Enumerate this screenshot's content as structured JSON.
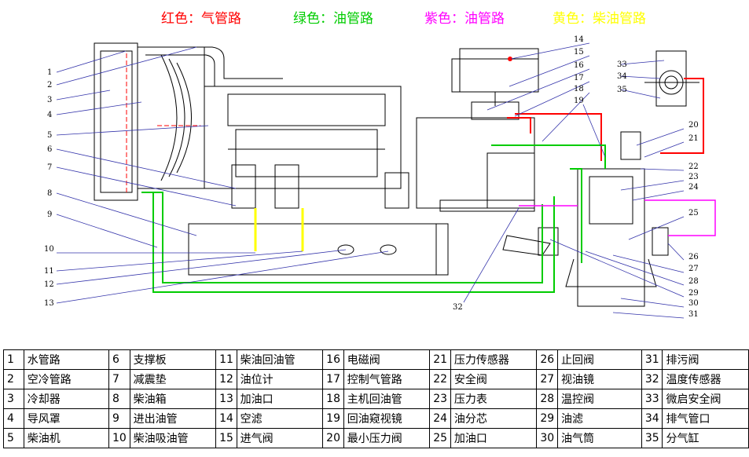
{
  "legend": [
    {
      "text": "红色：气管路",
      "color": "#ff0000"
    },
    {
      "text": "绿色：油管路",
      "color": "#00cc00"
    },
    {
      "text": "紫色：油管路",
      "color": "#ff00ff"
    },
    {
      "text": "黄色：柴油管路",
      "color": "#ffff00"
    }
  ],
  "callouts": [
    "1",
    "2",
    "3",
    "4",
    "5",
    "6",
    "7",
    "8",
    "9",
    "10",
    "11",
    "12",
    "13",
    "14",
    "15",
    "16",
    "17",
    "18",
    "19",
    "20",
    "21",
    "22",
    "23",
    "24",
    "25",
    "26",
    "27",
    "28",
    "29",
    "30",
    "31",
    "32",
    "33",
    "34",
    "35"
  ],
  "parts": [
    {
      "num": "1",
      "name": "水管路"
    },
    {
      "num": "2",
      "name": "空冷管路"
    },
    {
      "num": "3",
      "name": "冷却器"
    },
    {
      "num": "4",
      "name": "导风罩"
    },
    {
      "num": "5",
      "name": "柴油机"
    },
    {
      "num": "6",
      "name": "支撑板"
    },
    {
      "num": "7",
      "name": "减震垫"
    },
    {
      "num": "8",
      "name": "柴油箱"
    },
    {
      "num": "9",
      "name": "进出油管"
    },
    {
      "num": "10",
      "name": "柴油吸油管"
    },
    {
      "num": "11",
      "name": "柴油回油管"
    },
    {
      "num": "12",
      "name": "油位计"
    },
    {
      "num": "13",
      "name": "加油口"
    },
    {
      "num": "14",
      "name": "空滤"
    },
    {
      "num": "15",
      "name": "进气阀"
    },
    {
      "num": "16",
      "name": "电磁阀"
    },
    {
      "num": "17",
      "name": "控制气管路"
    },
    {
      "num": "18",
      "name": "主机回油管"
    },
    {
      "num": "19",
      "name": "回油窥视镜"
    },
    {
      "num": "20",
      "name": "最小压力阀"
    },
    {
      "num": "21",
      "name": "压力传感器"
    },
    {
      "num": "22",
      "name": "安全阀"
    },
    {
      "num": "23",
      "name": "压力表"
    },
    {
      "num": "24",
      "name": "油分芯"
    },
    {
      "num": "25",
      "name": "加油口"
    },
    {
      "num": "26",
      "name": "止回阀"
    },
    {
      "num": "27",
      "name": "视油镜"
    },
    {
      "num": "28",
      "name": "温控阀"
    },
    {
      "num": "29",
      "name": "油滤"
    },
    {
      "num": "30",
      "name": "油气筒"
    },
    {
      "num": "31",
      "name": "排污阀"
    },
    {
      "num": "32",
      "name": "温度传感器"
    },
    {
      "num": "33",
      "name": "微启安全阀"
    },
    {
      "num": "34",
      "name": "排气管口"
    },
    {
      "num": "35",
      "name": "分气缸"
    }
  ]
}
